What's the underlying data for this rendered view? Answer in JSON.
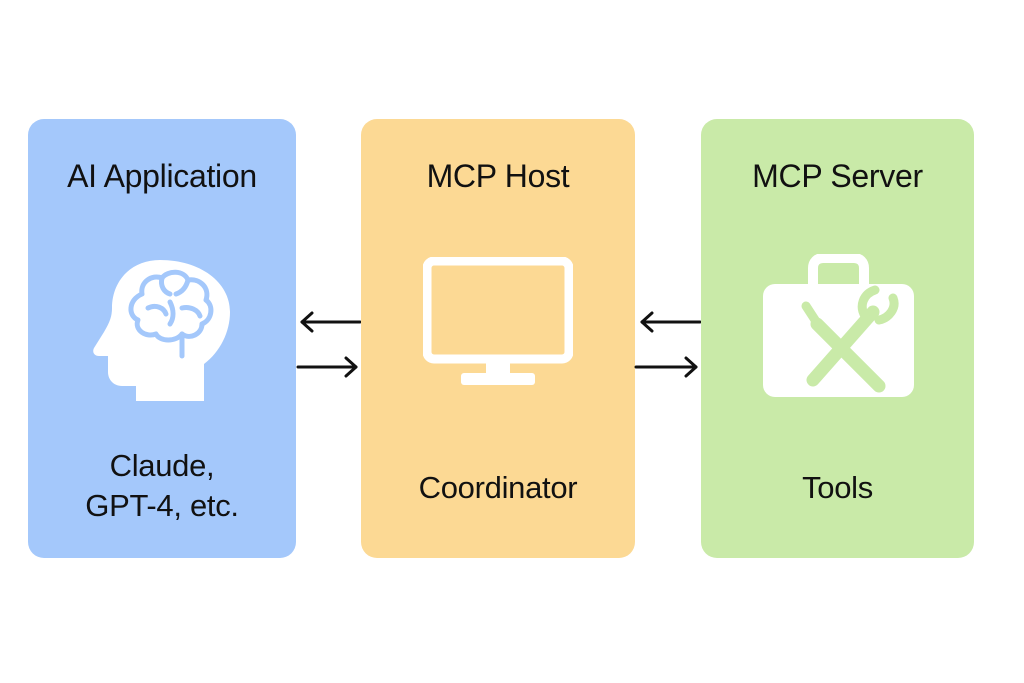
{
  "colors": {
    "ai_box": "#a4c8fb",
    "host_box": "#fcd994",
    "server_box": "#c9eaa8",
    "icon_fill": "#ffffff",
    "ai_icon_line": "#a4c8fb",
    "server_icon_line": "#c9eaa8",
    "arrow": "#111111"
  },
  "nodes": [
    {
      "title": "AI Application",
      "subtitle_lines": [
        "Claude,",
        "GPT-4, etc."
      ],
      "icon": "head-with-brain-icon"
    },
    {
      "title": "MCP Host",
      "subtitle_lines": [
        "Coordinator"
      ],
      "icon": "monitor-icon"
    },
    {
      "title": "MCP Server",
      "subtitle_lines": [
        "Tools"
      ],
      "icon": "toolbox-icon"
    }
  ],
  "connections": [
    {
      "between": [
        "AI Application",
        "MCP Host"
      ],
      "direction": "bidirectional"
    },
    {
      "between": [
        "MCP Host",
        "MCP Server"
      ],
      "direction": "bidirectional"
    }
  ]
}
